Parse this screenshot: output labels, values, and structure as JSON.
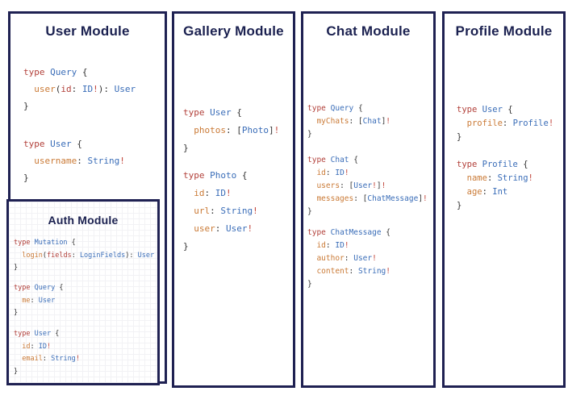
{
  "colors": {
    "border": "#1f2152",
    "title": "#1b2150",
    "keyword_red": "#b2403a",
    "type_blue": "#3a6db8",
    "field_orange": "#ca7a36",
    "arg_red": "#b2403a",
    "bang_red": "#c2473d",
    "punct": "#333333",
    "panel_background": "#ffffff"
  },
  "panels": {
    "user": {
      "title": "User Module",
      "blocks": [
        [
          [
            [
              "k",
              "type"
            ],
            [
              "p",
              " "
            ],
            [
              "t",
              "Query"
            ],
            [
              "p",
              " {"
            ]
          ],
          [
            [
              "p",
              "  "
            ],
            [
              "f",
              "user"
            ],
            [
              "p",
              "("
            ],
            [
              "a",
              "id"
            ],
            [
              "p",
              ": "
            ],
            [
              "t",
              "ID"
            ],
            [
              "b",
              "!"
            ],
            [
              "p",
              "): "
            ],
            [
              "t",
              "User"
            ]
          ],
          [
            [
              "p",
              "}"
            ]
          ]
        ],
        [
          [
            [
              "k",
              "type"
            ],
            [
              "p",
              " "
            ],
            [
              "t",
              "User"
            ],
            [
              "p",
              " {"
            ]
          ],
          [
            [
              "p",
              "  "
            ],
            [
              "f",
              "username"
            ],
            [
              "p",
              ": "
            ],
            [
              "t",
              "String"
            ],
            [
              "b",
              "!"
            ]
          ],
          [
            [
              "p",
              "}"
            ]
          ]
        ]
      ]
    },
    "auth": {
      "title": "Auth Module",
      "blocks": [
        [
          [
            [
              "k",
              "type"
            ],
            [
              "p",
              " "
            ],
            [
              "t",
              "Mutation"
            ],
            [
              "p",
              " {"
            ]
          ],
          [
            [
              "p",
              "  "
            ],
            [
              "f",
              "login"
            ],
            [
              "p",
              "("
            ],
            [
              "a",
              "fields"
            ],
            [
              "p",
              ": "
            ],
            [
              "t",
              "LoginFields"
            ],
            [
              "p",
              "): "
            ],
            [
              "t",
              "User"
            ]
          ],
          [
            [
              "p",
              "}"
            ]
          ]
        ],
        [
          [
            [
              "k",
              "type"
            ],
            [
              "p",
              " "
            ],
            [
              "t",
              "Query"
            ],
            [
              "p",
              " {"
            ]
          ],
          [
            [
              "p",
              "  "
            ],
            [
              "f",
              "me"
            ],
            [
              "p",
              ": "
            ],
            [
              "t",
              "User"
            ]
          ],
          [
            [
              "p",
              "}"
            ]
          ]
        ],
        [
          [
            [
              "k",
              "type"
            ],
            [
              "p",
              " "
            ],
            [
              "t",
              "User"
            ],
            [
              "p",
              " {"
            ]
          ],
          [
            [
              "p",
              "  "
            ],
            [
              "f",
              "id"
            ],
            [
              "p",
              ": "
            ],
            [
              "t",
              "ID"
            ],
            [
              "b",
              "!"
            ]
          ],
          [
            [
              "p",
              "  "
            ],
            [
              "f",
              "email"
            ],
            [
              "p",
              ": "
            ],
            [
              "t",
              "String"
            ],
            [
              "b",
              "!"
            ]
          ],
          [
            [
              "p",
              "}"
            ]
          ]
        ]
      ]
    },
    "gallery": {
      "title": "Gallery Module",
      "blocks": [
        [
          [
            [
              "k",
              "type"
            ],
            [
              "p",
              " "
            ],
            [
              "t",
              "User"
            ],
            [
              "p",
              " {"
            ]
          ],
          [
            [
              "p",
              "  "
            ],
            [
              "f",
              "photos"
            ],
            [
              "p",
              ": ["
            ],
            [
              "t",
              "Photo"
            ],
            [
              "p",
              "]"
            ],
            [
              "b",
              "!"
            ]
          ],
          [
            [
              "p",
              "}"
            ]
          ]
        ],
        [
          [
            [
              "k",
              "type"
            ],
            [
              "p",
              " "
            ],
            [
              "t",
              "Photo"
            ],
            [
              "p",
              " {"
            ]
          ],
          [
            [
              "p",
              "  "
            ],
            [
              "f",
              "id"
            ],
            [
              "p",
              ": "
            ],
            [
              "t",
              "ID"
            ],
            [
              "b",
              "!"
            ]
          ],
          [
            [
              "p",
              "  "
            ],
            [
              "f",
              "url"
            ],
            [
              "p",
              ": "
            ],
            [
              "t",
              "String"
            ],
            [
              "b",
              "!"
            ]
          ],
          [
            [
              "p",
              "  "
            ],
            [
              "f",
              "user"
            ],
            [
              "p",
              ": "
            ],
            [
              "t",
              "User"
            ],
            [
              "b",
              "!"
            ]
          ],
          [
            [
              "p",
              "}"
            ]
          ]
        ]
      ]
    },
    "chat": {
      "title": "Chat Module",
      "blocks": [
        [
          [
            [
              "k",
              "type"
            ],
            [
              "p",
              " "
            ],
            [
              "t",
              "Query"
            ],
            [
              "p",
              " {"
            ]
          ],
          [
            [
              "p",
              "  "
            ],
            [
              "f",
              "myChats"
            ],
            [
              "p",
              ": ["
            ],
            [
              "t",
              "Chat"
            ],
            [
              "p",
              "]"
            ],
            [
              "b",
              "!"
            ]
          ],
          [
            [
              "p",
              "}"
            ]
          ]
        ],
        [
          [
            [
              "k",
              "type"
            ],
            [
              "p",
              " "
            ],
            [
              "t",
              "Chat"
            ],
            [
              "p",
              " {"
            ]
          ],
          [
            [
              "p",
              "  "
            ],
            [
              "f",
              "id"
            ],
            [
              "p",
              ": "
            ],
            [
              "t",
              "ID"
            ],
            [
              "b",
              "!"
            ]
          ],
          [
            [
              "p",
              "  "
            ],
            [
              "f",
              "users"
            ],
            [
              "p",
              ": ["
            ],
            [
              "t",
              "User"
            ],
            [
              "b",
              "!"
            ],
            [
              "p",
              "]"
            ],
            [
              "b",
              "!"
            ]
          ],
          [
            [
              "p",
              "  "
            ],
            [
              "f",
              "messages"
            ],
            [
              "p",
              ": ["
            ],
            [
              "t",
              "ChatMessage"
            ],
            [
              "p",
              "]"
            ],
            [
              "b",
              "!"
            ]
          ],
          [
            [
              "p",
              "}"
            ]
          ]
        ],
        [
          [
            [
              "k",
              "type"
            ],
            [
              "p",
              " "
            ],
            [
              "t",
              "ChatMessage"
            ],
            [
              "p",
              " {"
            ]
          ],
          [
            [
              "p",
              "  "
            ],
            [
              "f",
              "id"
            ],
            [
              "p",
              ": "
            ],
            [
              "t",
              "ID"
            ],
            [
              "b",
              "!"
            ]
          ],
          [
            [
              "p",
              "  "
            ],
            [
              "f",
              "author"
            ],
            [
              "p",
              ": "
            ],
            [
              "t",
              "User"
            ],
            [
              "b",
              "!"
            ]
          ],
          [
            [
              "p",
              "  "
            ],
            [
              "f",
              "content"
            ],
            [
              "p",
              ": "
            ],
            [
              "t",
              "String"
            ],
            [
              "b",
              "!"
            ]
          ],
          [
            [
              "p",
              "}"
            ]
          ]
        ]
      ]
    },
    "profile": {
      "title": "Profile Module",
      "blocks": [
        [
          [
            [
              "k",
              "type"
            ],
            [
              "p",
              " "
            ],
            [
              "t",
              "User"
            ],
            [
              "p",
              " {"
            ]
          ],
          [
            [
              "p",
              "  "
            ],
            [
              "f",
              "profile"
            ],
            [
              "p",
              ": "
            ],
            [
              "t",
              "Profile"
            ],
            [
              "b",
              "!"
            ]
          ],
          [
            [
              "p",
              "}"
            ]
          ]
        ],
        [
          [
            [
              "k",
              "type"
            ],
            [
              "p",
              " "
            ],
            [
              "t",
              "Profile"
            ],
            [
              "p",
              " {"
            ]
          ],
          [
            [
              "p",
              "  "
            ],
            [
              "f",
              "name"
            ],
            [
              "p",
              ": "
            ],
            [
              "t",
              "String"
            ],
            [
              "b",
              "!"
            ]
          ],
          [
            [
              "p",
              "  "
            ],
            [
              "f",
              "age"
            ],
            [
              "p",
              ": "
            ],
            [
              "t",
              "Int"
            ]
          ],
          [
            [
              "p",
              "}"
            ]
          ]
        ]
      ]
    }
  }
}
